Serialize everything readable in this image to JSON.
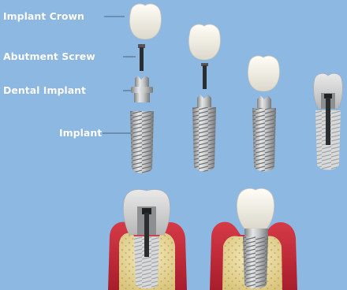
{
  "labels": {
    "crown": "Implant Crown",
    "screw": "Abutment Screw",
    "dental_implant": "Dental Implant",
    "implant": "Implant"
  },
  "colors": {
    "background": "#8cb8e2",
    "crown": "#f3f0e6",
    "metal": "#b9bbbc",
    "gum": "#c42a3a",
    "bone": "#e6d69a"
  }
}
